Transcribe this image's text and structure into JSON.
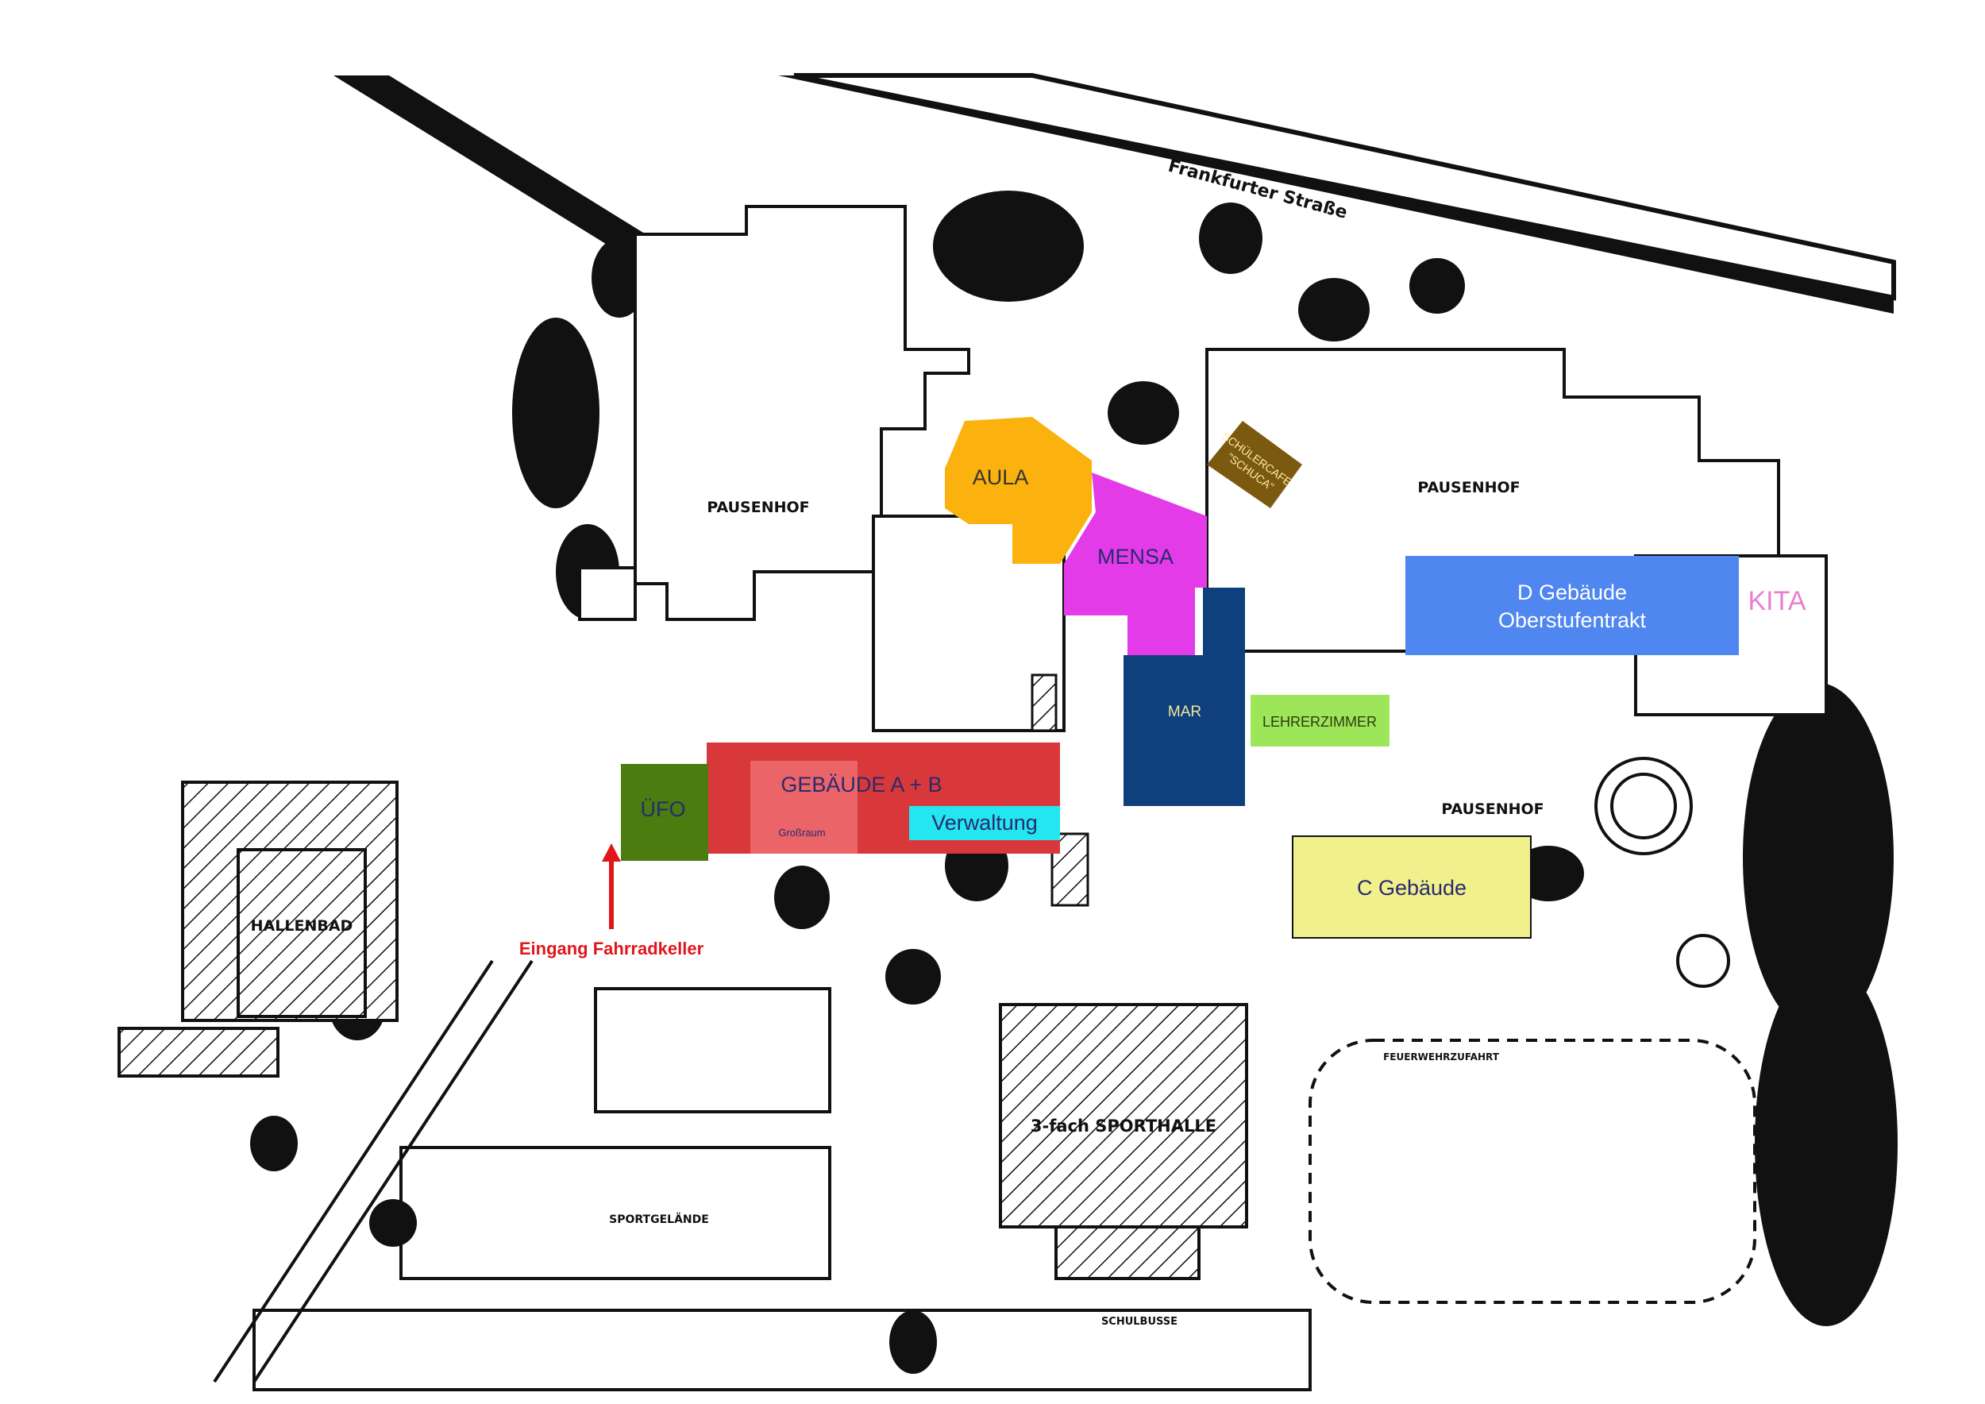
{
  "map": {
    "road_label": "Frankfurter Straße",
    "zones": {
      "aula": {
        "label": "AULA",
        "color": "#fbb20f"
      },
      "mensa": {
        "label": "MENSA",
        "color": "#e33be8"
      },
      "schuelercafe": {
        "label_line1": "SCHÜLERCAFE",
        "label_line2": "\"SCHUCA\"",
        "color": "#7b5a10"
      },
      "d_gebaeude": {
        "label_line1": "D Gebäude",
        "label_line2": "Oberstufentrakt",
        "color": "#4f86f0"
      },
      "kita": {
        "label": "KITA",
        "color": "#e97fcf"
      },
      "mar": {
        "label": "MAR",
        "color": "#0f3f7c"
      },
      "lehrerzimmer": {
        "label": "LEHRERZIMMER",
        "color": "#9ee659"
      },
      "ufo": {
        "label": "ÜFO",
        "color": "#4a7c10"
      },
      "gebaeude_ab": {
        "label": "GEBÄUDE A + B",
        "color": "#d9383a"
      },
      "grossraum": {
        "label": "Großraum",
        "color": "#ea6468"
      },
      "verwaltung": {
        "label": "Verwaltung",
        "color": "#23e6f0"
      },
      "c_gebaeude": {
        "label": "C Gebäude",
        "color": "#f0f08c"
      }
    },
    "plain_labels": {
      "pausenhof_west": "PAUSENHOF",
      "pausenhof_north": "PAUSENHOF",
      "pausenhof_east": "PAUSENHOF",
      "hallenbad": "HALLENBAD",
      "sporthalle": "3-fach SPORTHALLE",
      "sportgelaende": "SPORTGELÄNDE",
      "feuerwehrzufahrt": "FEUERWEHRZUFAHRT",
      "schulbusse": "SCHULBUSSE"
    },
    "bike_entrance": {
      "label": "Eingang Fahrradkeller",
      "color": "#e0161b"
    }
  }
}
